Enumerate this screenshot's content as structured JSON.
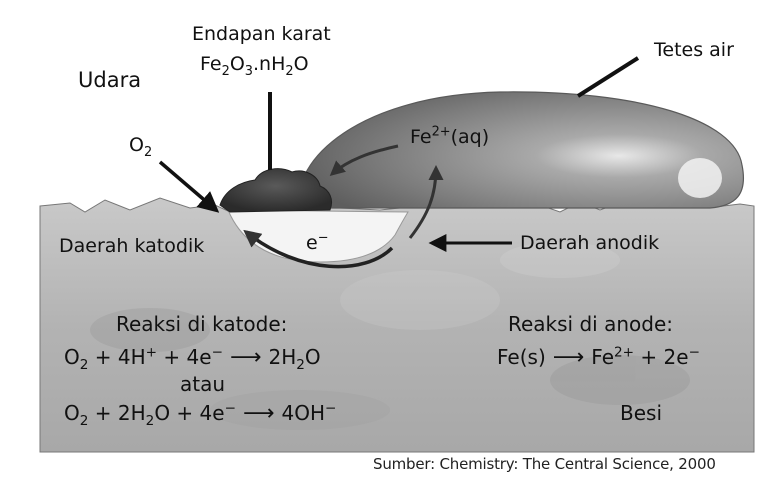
{
  "labels": {
    "udara": "Udara",
    "o2_prefix": "O",
    "o2_sub": "2",
    "endapan_karat": "Endapan karat",
    "rust_formula": {
      "fe": "Fe",
      "sub2": "2",
      "o": "O",
      "sub3": "3",
      "dot_nh": ".nH",
      "sub2b": "2",
      "o_end": "O"
    },
    "tetes_air": "Tetes air",
    "fe2_aq": {
      "fe": "Fe",
      "sup": "2+",
      "aq": "(aq)"
    },
    "daerah_katodik": "Daerah katodik",
    "electron": {
      "e": "e",
      "sup": "−"
    },
    "daerah_anodik": "Daerah anodik",
    "besi": "Besi"
  },
  "cathode": {
    "title": "Reaksi di katode:",
    "eq1": {
      "o2": "O",
      "o2_sub": "2",
      "plus_4h": " + 4H",
      "h_sup": "+",
      "plus_4e": " +  4e",
      "e_sup": "−",
      "arrow": " ⟶ ",
      "product": "2H",
      "p_sub": "2",
      "p_end": "O"
    },
    "atau": "atau",
    "eq2": {
      "o2": "O",
      "o2_sub": "2",
      "plus_2h2o": " + 2H",
      "h2o_sub": "2",
      "h2o_end": "O + 4e",
      "e_sup": "−",
      "arrow": " ⟶ ",
      "product": "4OH",
      "p_sup": "−"
    }
  },
  "anode": {
    "title": "Reaksi di anode:",
    "eq": {
      "reactant": "Fe(s)",
      "arrow": " ⟶ ",
      "fe": "Fe",
      "fe_sup": "2+",
      "rest": " + 2e",
      "e_sup": "−"
    }
  },
  "source": "Sumber: Chemistry: The Central Science, 2000",
  "colors": {
    "background": "#ffffff",
    "metal": "#b9b9b9",
    "droplet": "#8f8f8f",
    "rust": "#3e3e3e",
    "pit": "#f4f4f4",
    "ink": "#111111"
  }
}
